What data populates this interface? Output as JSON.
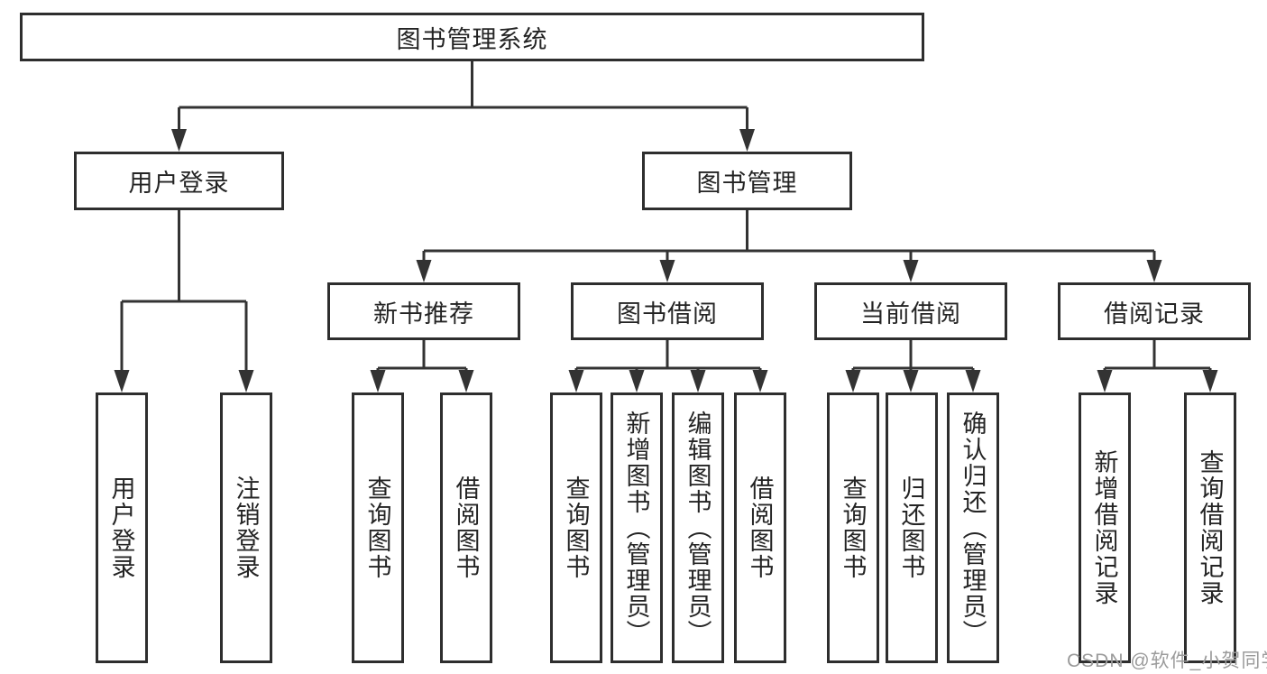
{
  "title": "图书管理系统",
  "watermark": "CSDN @软件_小贺同学",
  "colors": {
    "background": "#ffffff",
    "box_border": "#2e2e2e",
    "line": "#333333",
    "text": "#242424",
    "watermark": "#9b9b9b"
  },
  "tree": {
    "root": "图书管理系统",
    "branches": [
      {
        "label": "用户登录",
        "children": [
          "用户登录",
          "注销登录"
        ]
      },
      {
        "label": "图书管理",
        "children": [
          {
            "label": "新书推荐",
            "children": [
              "查询图书",
              "借阅图书"
            ]
          },
          {
            "label": "图书借阅",
            "children": [
              "查询图书",
              "新增图书（管理员）",
              "编辑图书（管理员）",
              "借阅图书"
            ]
          },
          {
            "label": "当前借阅",
            "children": [
              "查询图书",
              "归还图书",
              "确认归还（管理员）"
            ]
          },
          {
            "label": "借阅记录",
            "children": [
              "新增借阅记录",
              "查询借阅记录"
            ]
          }
        ]
      }
    ]
  }
}
